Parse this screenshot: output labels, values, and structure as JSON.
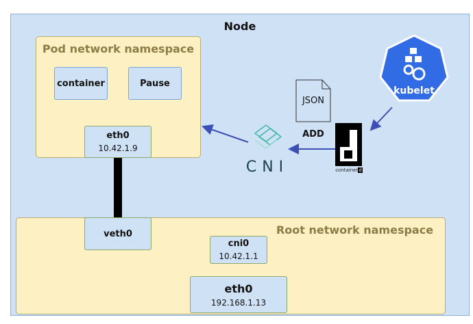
{
  "node": {
    "label": "Node"
  },
  "pod_ns": {
    "label": "Pod network namespace",
    "container": "container",
    "pause": "Pause",
    "eth0": {
      "name": "eth0",
      "ip": "10.42.1.9"
    }
  },
  "root_ns": {
    "label": "Root network namespace",
    "veth0": "veth0",
    "cni0": {
      "name": "cni0",
      "ip": "10.42.1.1"
    },
    "eth0": {
      "name": "eth0",
      "ip": "192.168.1.13"
    }
  },
  "json_doc": {
    "label": "JSON",
    "action": "ADD"
  },
  "cni": {
    "label": "CNI"
  },
  "containerd": {
    "label": "container",
    "suffix": "d"
  },
  "kubelet": {
    "label": "kubelet"
  },
  "colors": {
    "node_bg": "#cfe2f5",
    "namespace_bg": "#fdf0c3",
    "arrow": "#3d4fb5",
    "kubelet": "#326ce5",
    "cni": "#3fb8a8"
  }
}
